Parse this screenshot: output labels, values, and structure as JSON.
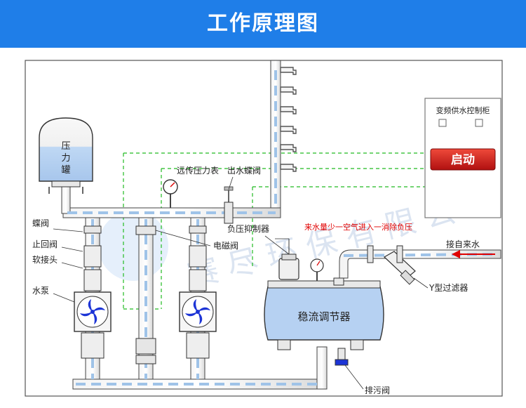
{
  "header": {
    "title": "工作原理图"
  },
  "labels": {
    "tank": [
      "压",
      "力",
      "罐"
    ],
    "remote_gauge": "远传压力表",
    "outlet_valve": "出水蝶阀",
    "butterfly_valve": "蝶阀",
    "check_valve": "止回阀",
    "soft_joint": "软接头",
    "pump": "水泵",
    "negative_pressure": "负压抑制器",
    "solenoid_valve": "电磁阀",
    "air_note": "来水量少一空气进入一消除负压",
    "inlet": "接自来水",
    "y_filter": "Y型过滤器",
    "regulator": "稳流调节器",
    "drain_valve": "排污阀",
    "cabinet_title": "变频供水控制柜",
    "start_button": "启动",
    "watermark": "赛 尽 环 保 有 限 公 司"
  },
  "colors": {
    "banner": "#1f7ee8",
    "water": "#9fc3e8",
    "control_line": "#22bb22",
    "start_button": "#d71f1f",
    "note_text": "#e00000",
    "arrow": "#e00000",
    "impeller": "#1c34d6"
  }
}
